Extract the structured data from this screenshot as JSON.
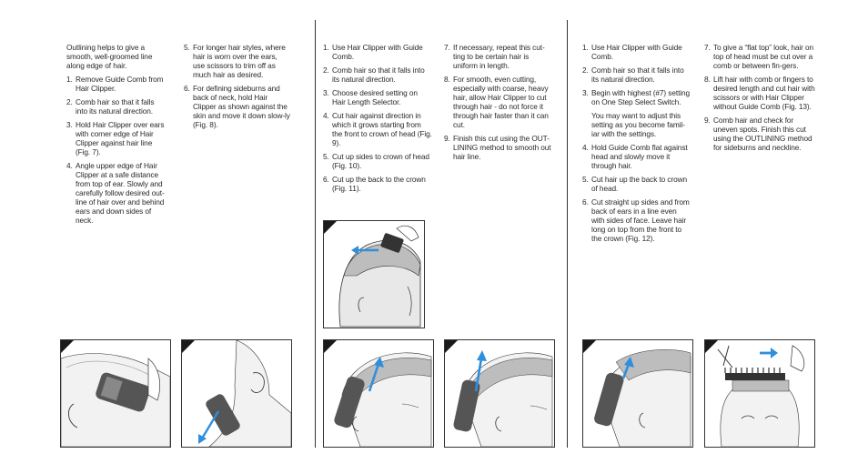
{
  "col1": {
    "intro": "Outlining helps to give a smooth, well-groomed line along edge of hair.",
    "items": [
      {
        "n": "1.",
        "t": "Remove Guide Comb from Hair Clipper."
      },
      {
        "n": "2.",
        "t": "Comb hair so that it falls into its natural direction."
      },
      {
        "n": "3.",
        "t": "Hold Hair Clipper over ears with corner edge of Hair Clipper against hair line (Fig. 7)."
      },
      {
        "n": "4.",
        "t": "Angle upper edge of Hair Clipper at a safe distance from top of ear.  Slowly and carefully follow desired out-line of hair over and behind ears and down sides of neck."
      }
    ]
  },
  "col2": {
    "items": [
      {
        "n": "5.",
        "t": "For longer hair styles, where hair is worn over the ears, use scissors to trim off as much hair as desired."
      },
      {
        "n": "6.",
        "t": "For defining sideburns and back of neck, hold Hair Clipper as shown against the skin and move it down slow-ly (Fig. 8)."
      }
    ]
  },
  "col3": {
    "items": [
      {
        "n": "1.",
        "t": "Use Hair Clipper with Guide Comb."
      },
      {
        "n": "2.",
        "t": "Comb hair so that it falls into its natural direction."
      },
      {
        "n": "3.",
        "t": "Choose desired setting on Hair Length Selector."
      },
      {
        "n": "4.",
        "t": "Cut hair against direction in which it grows starting from the front to crown of head (Fig. 9)."
      },
      {
        "n": "5.",
        "t": "Cut up sides to crown of head (Fig. 10)."
      },
      {
        "n": "6.",
        "t": "Cut up the back to the crown (Fig. 11)."
      }
    ]
  },
  "col4": {
    "items": [
      {
        "n": "7.",
        "t": "If necessary, repeat this cut-ting to be certain hair is uniform in length."
      },
      {
        "n": "8.",
        "t": "For smooth, even cutting, especially with coarse, heavy hair, allow Hair Clipper to cut through hair - do not force it through hair faster than it can cut."
      },
      {
        "n": "9.",
        "t": "Finish this cut using the OUT-LINING method to smooth out hair line."
      }
    ]
  },
  "col5": {
    "items": [
      {
        "n": "1.",
        "t": "Use Hair Clipper with Guide Comb."
      },
      {
        "n": "2.",
        "t": "Comb hair so that it falls into its natural direction."
      },
      {
        "n": "3.",
        "t": "Begin with highest (#7) setting on One Step Select Switch."
      }
    ],
    "note": "You may want to adjust this setting as you become famil-iar with the settings.",
    "items2": [
      {
        "n": "4.",
        "t": "Hold Guide Comb flat against head and slowly move it through hair."
      },
      {
        "n": "5.",
        "t": "Cut hair up the back to crown of head."
      },
      {
        "n": "6.",
        "t": "Cut straight up sides and from back of ears in a line even with sides of face. Leave hair long on top from the front to the crown (Fig. 12)."
      }
    ]
  },
  "col6": {
    "items": [
      {
        "n": "7.",
        "t": "To give a “flat top” look, hair on top of head must be cut over a comb or between fin-gers."
      },
      {
        "n": "8.",
        "t": "Lift hair with comb or fingers to desired length and cut hair with scissors or with Hair Clipper without Guide Comb (Fig. 13)."
      },
      {
        "n": "9.",
        "t": "Comb hair and check for uneven spots.  Finish this cut using the OUTLINING method for sideburns and neckline."
      }
    ]
  },
  "colors": {
    "arrow": "#2f8fdc",
    "ink": "#333333",
    "tab": "#1a1a1a",
    "hair": "#cfcfcf"
  }
}
